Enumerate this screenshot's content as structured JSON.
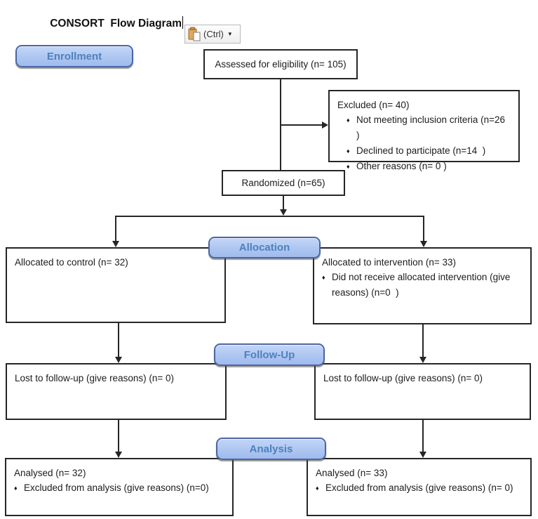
{
  "page": {
    "title": "CONSORT  Flow Diagram"
  },
  "paste_button": {
    "label": "(Ctrl)",
    "dropdown_arrow": "▼"
  },
  "glyphs": {
    "bullet": "♦"
  },
  "stage_labels": {
    "enrollment": "Enrollment",
    "allocation": "Allocation",
    "followup": "Follow-Up",
    "analysis": "Analysis"
  },
  "boxes": {
    "assessed": {
      "text": "Assessed for eligibility (n= 105)"
    },
    "excluded": {
      "title": "Excluded (n= 40)",
      "items": [
        "Not meeting inclusion criteria (n=26  )",
        "Declined to participate (n=14  )",
        "Other reasons (n= 0 )"
      ]
    },
    "randomized": {
      "text": "Randomized (n=65)"
    },
    "allocated_control": {
      "title": "Allocated to control (n= 32)"
    },
    "allocated_intervention": {
      "title": "Allocated to intervention (n= 33)",
      "items": [
        "Did not receive allocated intervention (give reasons) (n=0  )"
      ]
    },
    "followup_left": {
      "title": "Lost to follow-up (give reasons) (n= 0)"
    },
    "followup_right": {
      "title": "Lost to follow-up (give reasons) (n= 0)"
    },
    "analysis_left": {
      "title": "Analysed (n= 32)",
      "items": [
        "Excluded from analysis (give reasons) (n=0)"
      ]
    },
    "analysis_right": {
      "title": "Analysed (n= 33)",
      "items": [
        "Excluded from analysis (give reasons) (n= 0)"
      ]
    }
  },
  "colors": {
    "stage_fill": "#aec6f0",
    "stage_border": "#4c66a4",
    "stage_text": "#4f81bd",
    "box_border": "#262626",
    "clipboard_tan": "#e3a85c"
  }
}
